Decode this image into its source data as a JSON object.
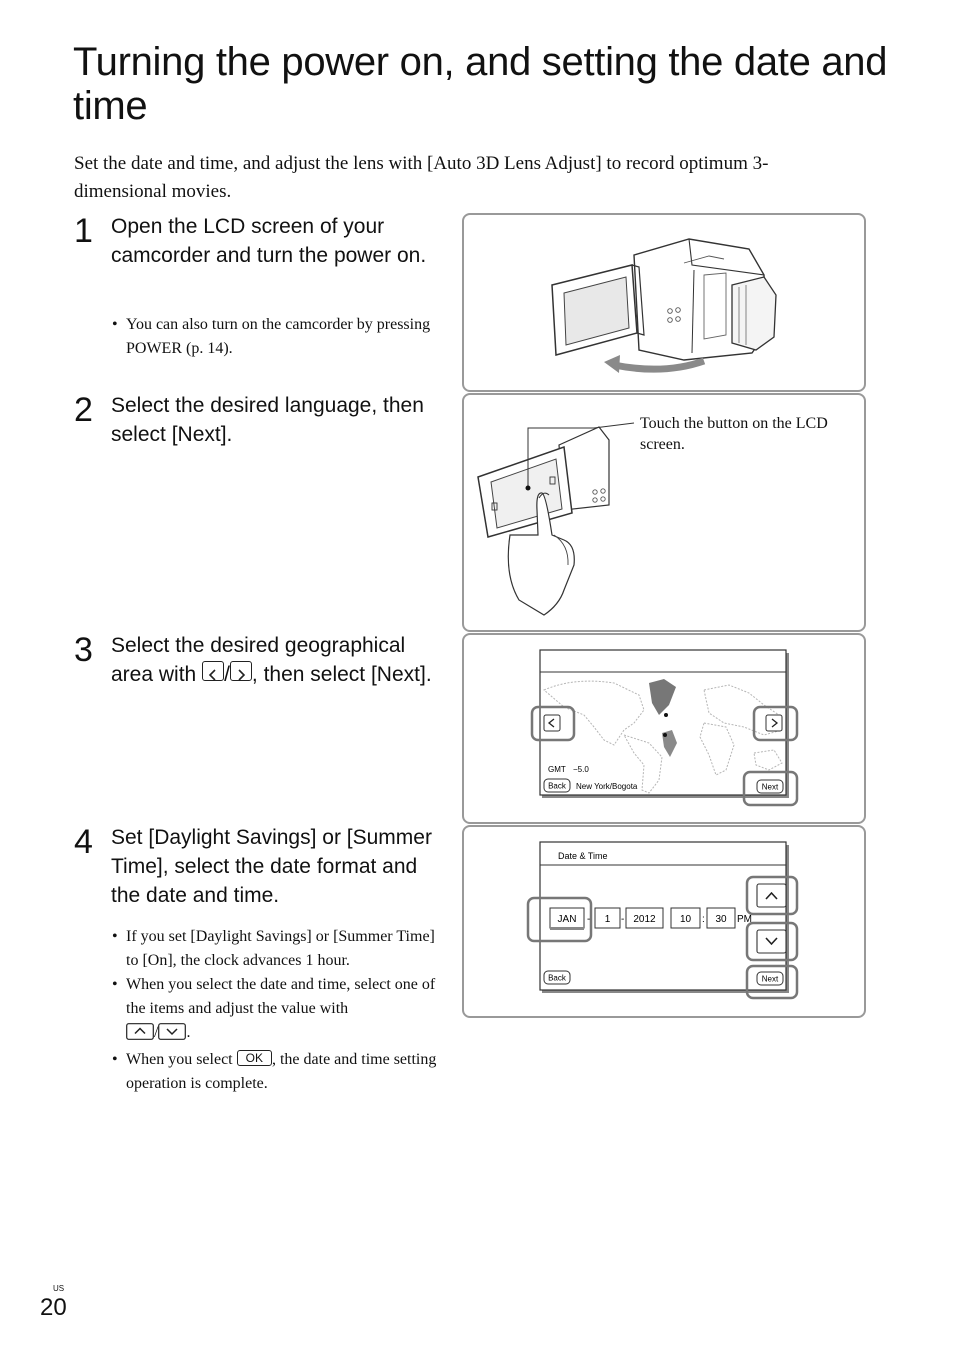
{
  "page": {
    "title": "Turning the power on, and setting the date and time",
    "intro": "Set the date and time, and adjust the lens with [Auto 3D Lens Adjust] to record optimum 3-dimensional movies.",
    "region_code": "US",
    "page_number": "20"
  },
  "steps": [
    {
      "number": "1",
      "text": "Open the LCD screen of your camcorder and turn the power on.",
      "bullets": [
        "You can also turn on the camcorder by pressing POWER (p. 14)."
      ]
    },
    {
      "number": "2",
      "text": "Select the desired language, then select [Next].",
      "callout": "Touch the button on the LCD screen."
    },
    {
      "number": "3",
      "text_before": "Select the desired geographical area with",
      "text_sep": "/",
      "text_after": ", then select [Next]."
    },
    {
      "number": "4",
      "text": "Set [Daylight Savings] or [Summer Time], select the date format and the date and time.",
      "bullets": [
        "If you set [Daylight Savings] or [Summer Time] to [On], the clock advances 1 hour.",
        "When you select the date and time, select one of the items and adjust the value with"
      ],
      "bullet3_before": "When you select",
      "bullet3_ok": "OK",
      "bullet3_after": ", the date and time setting operation is complete.",
      "sep": "/",
      "period": "."
    }
  ],
  "map_screen": {
    "gmt_label": "GMT",
    "gmt_value": "−5.0",
    "back_label": "Back",
    "location": "New York/Bogota",
    "next_label": "Next"
  },
  "datetime_screen": {
    "header": "Date & Time",
    "month": "JAN",
    "day": "1",
    "year": "2012",
    "hour": "10",
    "minute": "30",
    "ampm": "PM",
    "dash": "-",
    "colon": ":",
    "back_label": "Back",
    "next_label": "Next"
  }
}
